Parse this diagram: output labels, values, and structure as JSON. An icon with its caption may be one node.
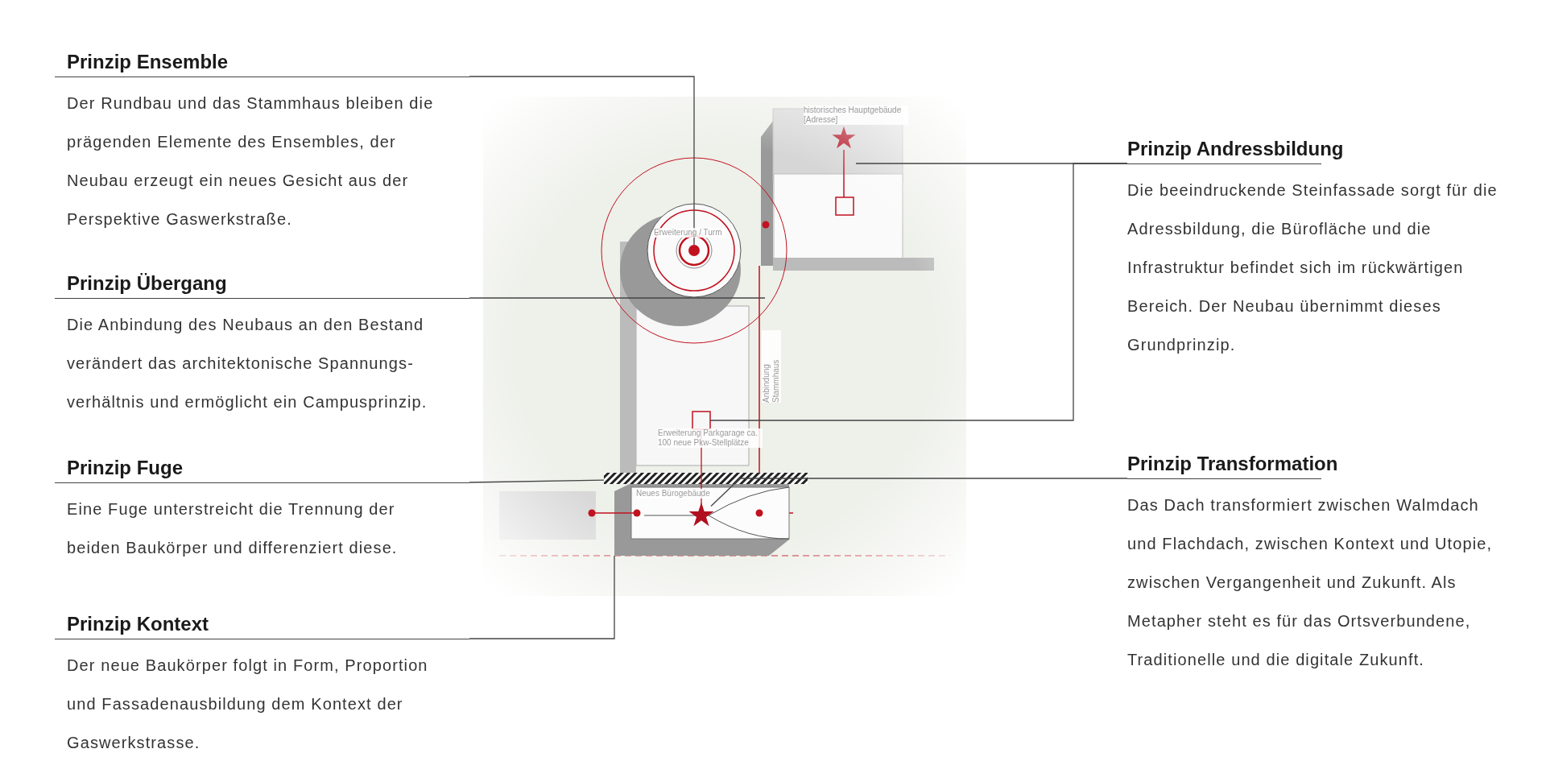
{
  "diagram": {
    "nodes": [
      {
        "text": [
          "Prinzip Ensemble",
          "Der Rundbau und das Stammhaus bleiben die prägenden Elemente des Ensembles, der Neubau erzeugt ein neues Gesicht aus der Perspektive Gaswerkstraße."
        ]
      },
      {
        "text": [
          "Prinzip Übergang",
          "Die Anbindung des Neubaus an den Bestand verändert das architektonische Spannungs- verhältnis und ermöglicht ein Campusprinzip."
        ]
      },
      {
        "text": [
          "Prinzip Fuge",
          "Eine Fuge unterstreicht die Trennung der beiden Baukörper und differenziert diese."
        ]
      },
      {
        "text": [
          "Prinzip Kontext",
          "Der neue Baukörper folgt in Form, Proportion und Fassadenausbildung dem Kontext der Gaswerkstrasse."
        ]
      },
      {
        "text": [
          "Prinzip Andressbildung",
          "Die beeindruckende Steinfassade sorgt für die Adressbildung, die Bürofläche und die Infrastruktur befindet sich im rückwärtigen Bereich. Der Neubau übernimmt dieses Grundprinzip."
        ]
      },
      {
        "text": [
          "Prinzip Transformation",
          "Das Dach transformiert zwischen Walmdach und Flachdach, zwischen Kontext und Utopie, zwischen Vergangenheit und Zukunft. Als Metapher steht es für das Ortsverbundene, Traditionelle und die digitale Zukunft."
        ]
      },
      {
        "text": [],
        "shape": "circle"
      },
      {
        "text": [],
        "shape": "box"
      },
      {
        "text": [],
        "shape": "bar"
      },
      {
        "text": [],
        "shape": "star",
        "in": 10
      },
      {
        "text": [],
        "shape": "box"
      }
    ],
    "edges": [
      {
        "from": 0,
        "to": 6,
        "arrow": "none"
      },
      {
        "from": 1,
        "to": null,
        "arrow": "none"
      },
      {
        "from": 2,
        "to": 8,
        "arrow": "none"
      },
      {
        "from": 3,
        "to": 10,
        "arrow": "none"
      },
      {
        "from": 4,
        "to": null,
        "arrow": "none"
      },
      {
        "from": 4,
        "to": 7,
        "arrow": "none"
      },
      {
        "from": 5,
        "to": 9,
        "arrow": "none"
      },
      {
        "from": 7,
        "to": 9,
        "arrow": "none",
        "color": "#c1121f"
      }
    ],
    "labels": [
      "historisches Hauptgebäude [Adresse]",
      "Erweiterung / Turm",
      "Anbindung Stammhaus",
      "Erweiterung Parkgarage ca. 100 neue Pkw-Stellplätze",
      "Neues Bürogebäude"
    ]
  }
}
